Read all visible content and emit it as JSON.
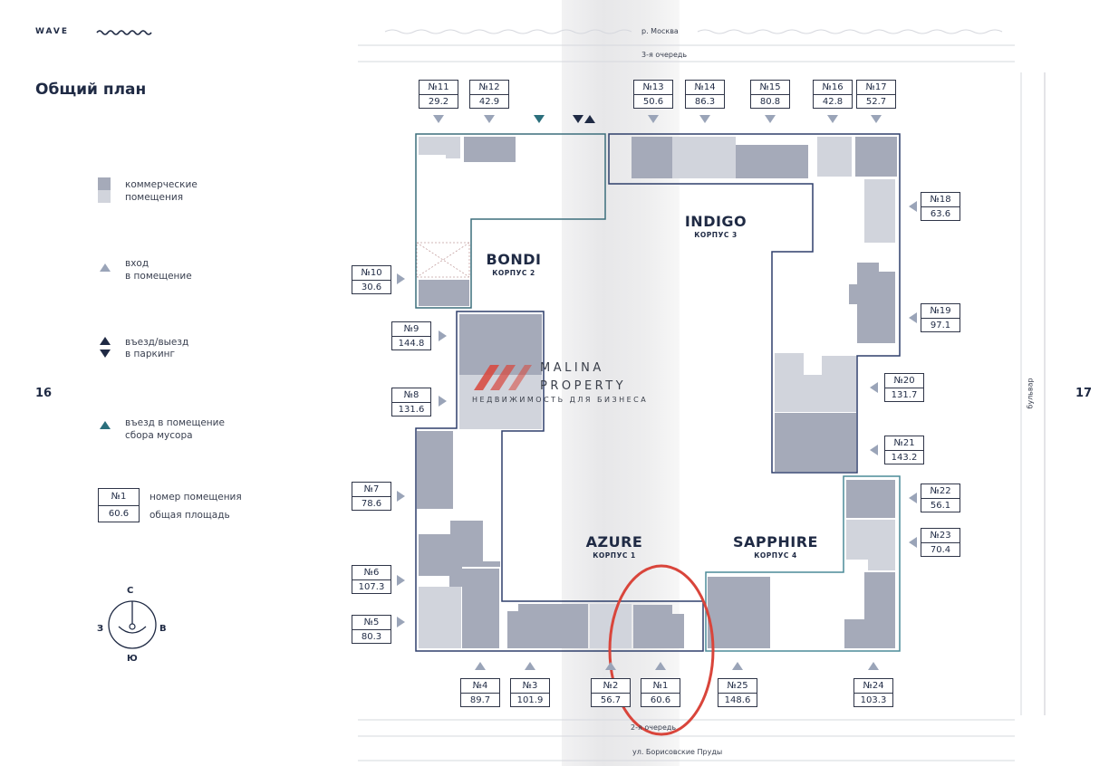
{
  "header": {
    "brand": "WAVE",
    "title": "Общий план",
    "page_left": "16",
    "page_right": "17"
  },
  "streets": {
    "top": "р. Москва",
    "top_queue": "3-я очередь",
    "bottom_queue": "2-я очередь",
    "bottom": "ул. Борисовские Пруды",
    "right": "бульвар"
  },
  "legend": {
    "commercial_1": "коммерческие",
    "commercial_2": "помещения",
    "entrance_1": "вход",
    "entrance_2": "в помещение",
    "parking_1": "въезд/выезд",
    "parking_2": "в паркинг",
    "garbage_1": "въезд в помещение",
    "garbage_2": "сбора мусора",
    "sample_num": "№1",
    "sample_area": "60.6",
    "num_label": "номер помещения",
    "area_label": "общая площадь"
  },
  "compass": {
    "n": "С",
    "s": "Ю",
    "w": "З",
    "e": "В"
  },
  "buildings": [
    {
      "name": "BONDI",
      "sub": "КОРПУС 2"
    },
    {
      "name": "INDIGO",
      "sub": "КОРПУС 3"
    },
    {
      "name": "AZURE",
      "sub": "КОРПУС 1"
    },
    {
      "name": "SAPPHIRE",
      "sub": "КОРПУС 4"
    }
  ],
  "units": [
    {
      "num": "№11",
      "area": "29.2"
    },
    {
      "num": "№12",
      "area": "42.9"
    },
    {
      "num": "№13",
      "area": "50.6"
    },
    {
      "num": "№14",
      "area": "86.3"
    },
    {
      "num": "№15",
      "area": "80.8"
    },
    {
      "num": "№16",
      "area": "42.8"
    },
    {
      "num": "№17",
      "area": "52.7"
    },
    {
      "num": "№18",
      "area": "63.6"
    },
    {
      "num": "№19",
      "area": "97.1"
    },
    {
      "num": "№20",
      "area": "131.7"
    },
    {
      "num": "№21",
      "area": "143.2"
    },
    {
      "num": "№22",
      "area": "56.1"
    },
    {
      "num": "№23",
      "area": "70.4"
    },
    {
      "num": "№24",
      "area": "103.3"
    },
    {
      "num": "№25",
      "area": "148.6"
    },
    {
      "num": "№1",
      "area": "60.6"
    },
    {
      "num": "№2",
      "area": "56.7"
    },
    {
      "num": "№3",
      "area": "101.9"
    },
    {
      "num": "№4",
      "area": "89.7"
    },
    {
      "num": "№5",
      "area": "80.3"
    },
    {
      "num": "№6",
      "area": "107.3"
    },
    {
      "num": "№7",
      "area": "78.6"
    },
    {
      "num": "№8",
      "area": "131.6"
    },
    {
      "num": "№9",
      "area": "144.8"
    },
    {
      "num": "№10",
      "area": "30.6"
    }
  ],
  "watermark": {
    "line1": "MALINA",
    "line2": "PROPERTY",
    "line3": "НЕДВИЖИМОСТЬ ДЛЯ БИЗНЕСА"
  },
  "colors": {
    "navy": "#1f2a44",
    "unit_dark": "#a5aab9",
    "unit_light": "#d1d4dc",
    "teal": "#2b6f7c",
    "highlight": "#d9453b"
  }
}
